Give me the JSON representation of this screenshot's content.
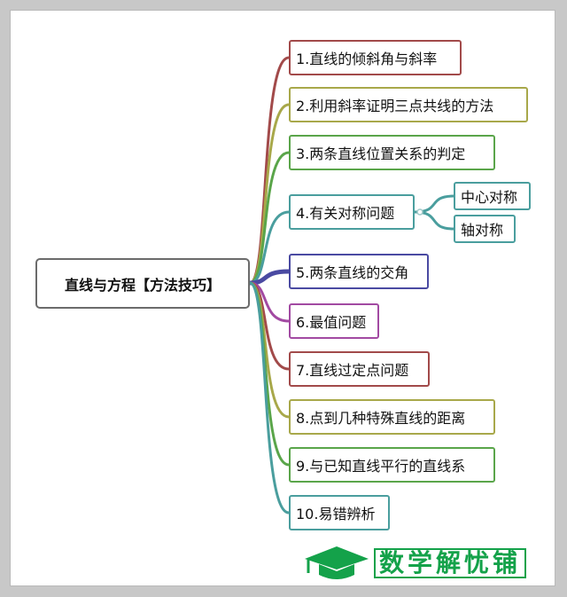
{
  "root": {
    "label": "直线与方程【方法技巧】"
  },
  "branches": [
    {
      "label": "1.直线的倾斜角与斜率",
      "color": "#a24a4a"
    },
    {
      "label": "2.利用斜率证明三点共线的方法",
      "color": "#a8a84a"
    },
    {
      "label": "3.两条直线位置关系的判定",
      "color": "#5aa54a"
    },
    {
      "label": "4.有关对称问题",
      "color": "#4a9e9e"
    },
    {
      "label": "5.两条直线的交角",
      "color": "#4a4aa2"
    },
    {
      "label": "6.最值问题",
      "color": "#a24aa2"
    },
    {
      "label": "7.直线过定点问题",
      "color": "#a24a4a"
    },
    {
      "label": "8.点到几种特殊直线的距离",
      "color": "#a8a84a"
    },
    {
      "label": "9.与已知直线平行的直线系",
      "color": "#5aa54a"
    },
    {
      "label": "10.易错辨析",
      "color": "#4a9e9e"
    }
  ],
  "sub_branches": [
    {
      "label": "中心对称",
      "color": "#4a9e9e"
    },
    {
      "label": "轴对称",
      "color": "#4a9e9e"
    }
  ],
  "logo": {
    "text": "数学解忧铺",
    "color": "#14a24a"
  }
}
